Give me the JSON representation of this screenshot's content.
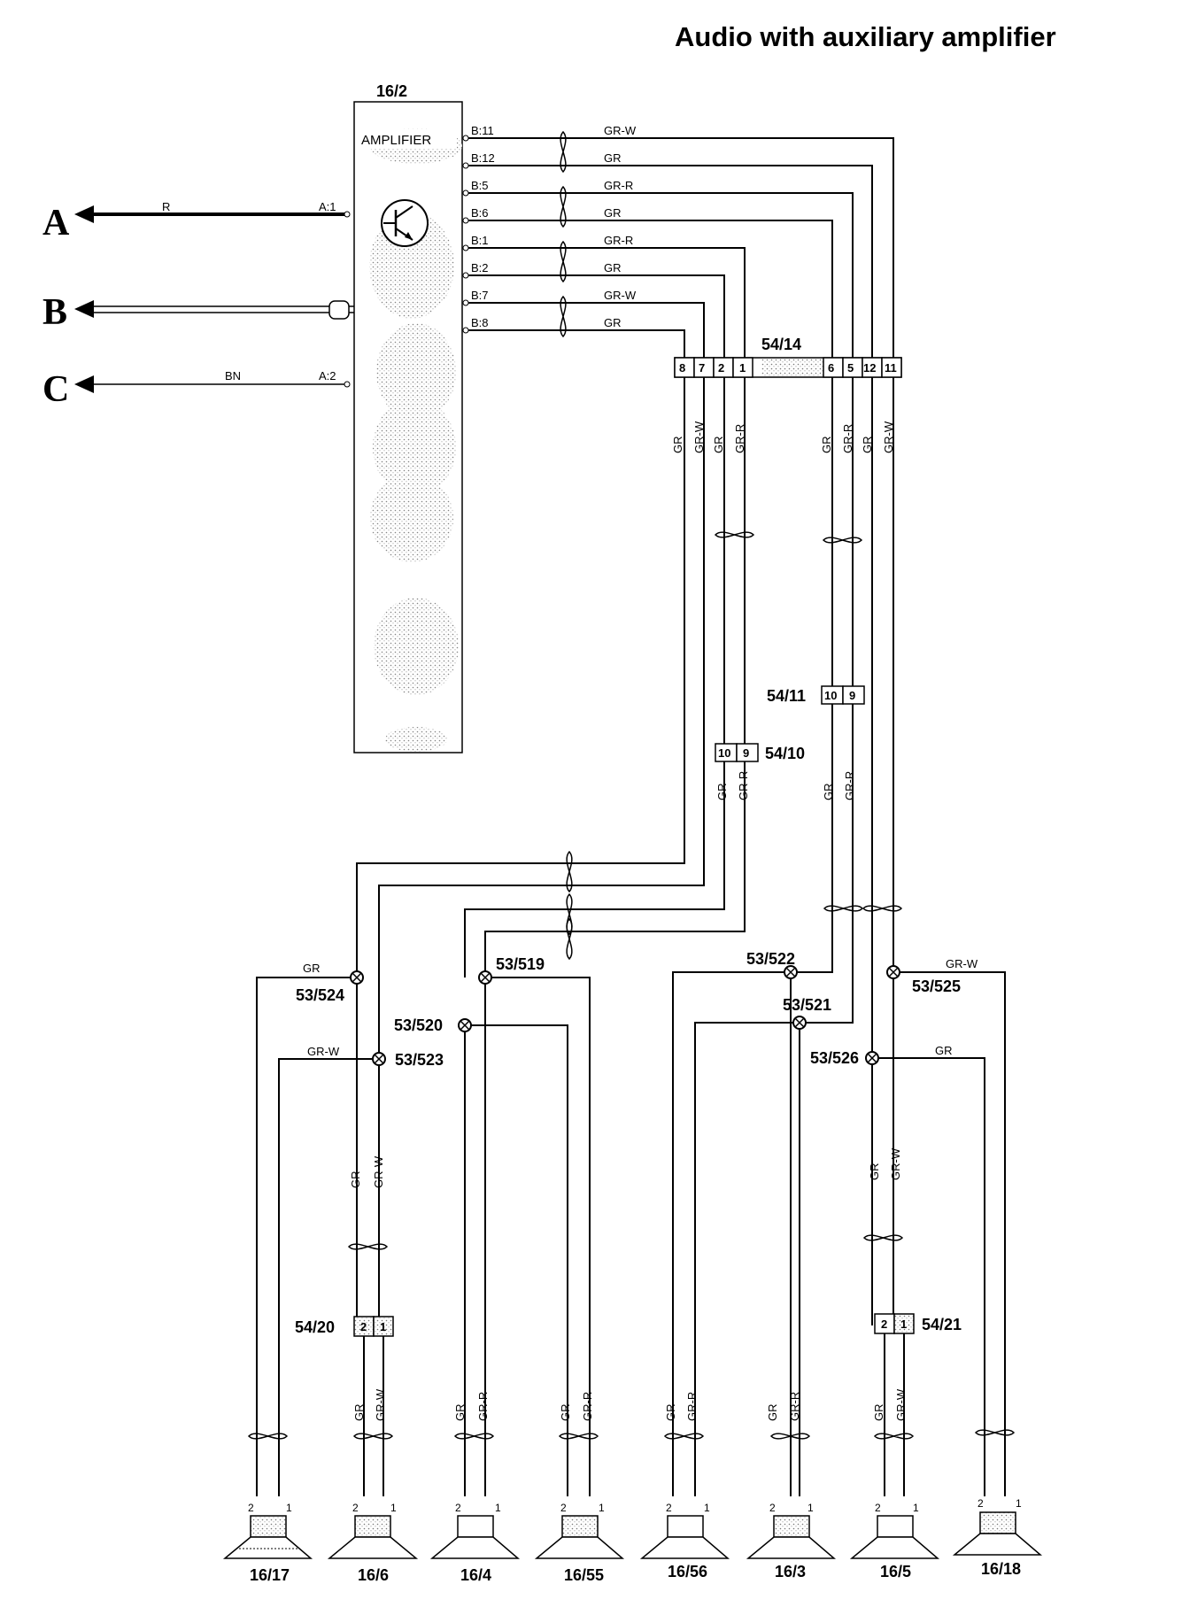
{
  "title": "Audio with auxiliary amplifier",
  "amplifier": {
    "id": "16/2",
    "label": "AMPLIFIER"
  },
  "amp_pins": [
    "B:11",
    "B:12",
    "B:5",
    "B:6",
    "B:1",
    "B:2",
    "B:7",
    "B:8"
  ],
  "amp_wire_colors": [
    "GR-W",
    "GR",
    "GR-R",
    "GR",
    "GR-R",
    "GR",
    "GR-W",
    "GR"
  ],
  "left_connections": [
    {
      "letter": "A",
      "wire": "R",
      "pin": "A:1"
    },
    {
      "letter": "B",
      "wire": "",
      "pin": ""
    },
    {
      "letter": "C",
      "wire": "BN",
      "pin": "A:2"
    }
  ],
  "connector_54_14": {
    "id": "54/14",
    "pins": [
      "8",
      "7",
      "2",
      "1",
      "6",
      "5",
      "12",
      "11"
    ]
  },
  "connector_54_14_wires": [
    "GR",
    "GR-W",
    "GR",
    "GR-R",
    "GR",
    "GR-R",
    "GR",
    "GR-W"
  ],
  "connector_54_11": {
    "id": "54/11",
    "pins": [
      "10",
      "9"
    ]
  },
  "connector_54_10": {
    "id": "54/10",
    "pins": [
      "10",
      "9"
    ]
  },
  "connector_54_20": {
    "id": "54/20",
    "pins": [
      "2",
      "1"
    ]
  },
  "connector_54_21": {
    "id": "54/21",
    "pins": [
      "2",
      "1"
    ]
  },
  "wire_labels_mid": [
    "GR",
    "GR-R",
    "GR",
    "GR-R"
  ],
  "wire_labels_upper_pair": [
    "GR",
    "GR-W"
  ],
  "splices": [
    {
      "id": "53/524",
      "wire": "GR"
    },
    {
      "id": "53/523",
      "wire": "GR-W"
    },
    {
      "id": "53/519",
      "wire": ""
    },
    {
      "id": "53/520",
      "wire": ""
    },
    {
      "id": "53/522",
      "wire": ""
    },
    {
      "id": "53/521",
      "wire": ""
    },
    {
      "id": "53/525",
      "wire": "GR-W"
    },
    {
      "id": "53/526",
      "wire": "GR"
    }
  ],
  "speakers": [
    {
      "id": "16/17",
      "colors": [
        "",
        ""
      ]
    },
    {
      "id": "16/6",
      "colors": [
        "GR",
        "GR-W"
      ]
    },
    {
      "id": "16/4",
      "colors": [
        "GR",
        "GR-R"
      ]
    },
    {
      "id": "16/55",
      "colors": [
        "GR",
        "GR-R"
      ]
    },
    {
      "id": "16/56",
      "colors": [
        "GR",
        "GR-R"
      ]
    },
    {
      "id": "16/3",
      "colors": [
        "GR",
        "GR-R"
      ]
    },
    {
      "id": "16/5",
      "colors": [
        "GR",
        "GR-W"
      ]
    },
    {
      "id": "16/18",
      "colors": [
        "",
        ""
      ]
    }
  ],
  "speaker_pins": [
    "2",
    "1"
  ]
}
